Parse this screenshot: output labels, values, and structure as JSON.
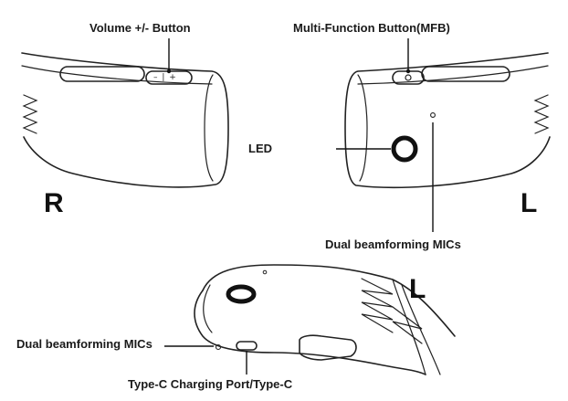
{
  "labels": {
    "volume_button": "Volume +/- Button",
    "mfb": "Multi-Function Button(MFB)",
    "led": "LED",
    "mics_top": "Dual beamforming MICs",
    "mics_bottom": "Dual beamforming MICs",
    "typec": "Type-C Charging Port/Type-C"
  },
  "side_markers": {
    "right_module": "R",
    "left_module": "L",
    "bottom_module": "L"
  },
  "button_glyphs": {
    "volume": "– | +"
  },
  "colors": {
    "outline": "#222222",
    "text": "#1a1a1a",
    "background": "#ffffff"
  },
  "icons": {
    "mfb": "power-icon",
    "led": "led-ring-icon"
  }
}
